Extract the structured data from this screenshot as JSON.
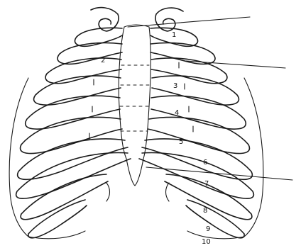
{
  "diagram": {
    "rib_numbers": [
      "1",
      "2",
      "3",
      "4",
      "5",
      "6",
      "7",
      "8",
      "9",
      "10"
    ],
    "leader_line_count": 3,
    "colors": {
      "ink": "#1a1a1a",
      "background": "#ffffff"
    }
  }
}
